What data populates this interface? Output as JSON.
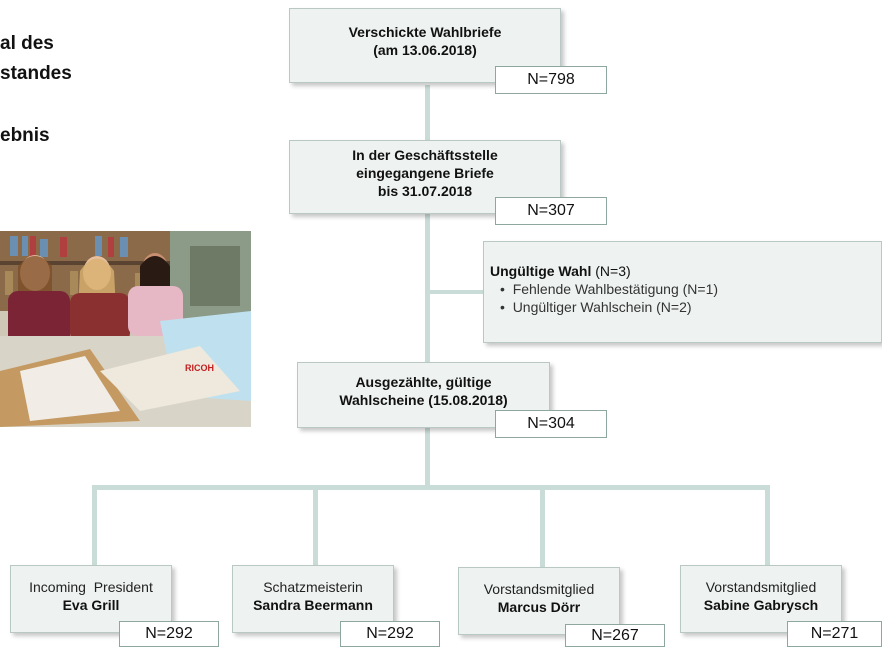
{
  "headings": [
    "al des",
    "standes",
    "ebnis"
  ],
  "flow": {
    "sent": {
      "label_line1": "Verschickte Wahlbriefe",
      "label_line2": "(am 13.06.2018)",
      "n": "N=798"
    },
    "received": {
      "label_line1": "In der Geschäftsstelle",
      "label_line2": "eingegangene Briefe",
      "label_line3": "bis 31.07.2018",
      "n": "N=307"
    },
    "invalid": {
      "title": "Ungültige Wahl",
      "title_count": "(N=3)",
      "items": [
        "Fehlende Wahlbestätigung (N=1)",
        "Ungültiger Wahlschein (N=2)"
      ]
    },
    "counted": {
      "label_line1": "Ausgezählte, gültige",
      "label_line2": "Wahlscheine (15.08.2018)",
      "n": "N=304"
    }
  },
  "candidates": [
    {
      "role": "Incoming  President",
      "name": "Eva Grill",
      "n": "N=292"
    },
    {
      "role": "Schatzmeisterin",
      "name": "Sandra Beermann",
      "n": "N=292"
    },
    {
      "role": "Vorstandsmitglied",
      "name": "Marcus Dörr",
      "n": "N=267"
    },
    {
      "role": "Vorstandsmitglied",
      "name": "Sabine Gabrysch",
      "n": "N=271"
    }
  ],
  "photo": {
    "box_text": "RICOH"
  },
  "colors": {
    "box_fill": "#eef3f1",
    "connector": "#c9dcd7",
    "box_border": "#b9c8c4"
  }
}
